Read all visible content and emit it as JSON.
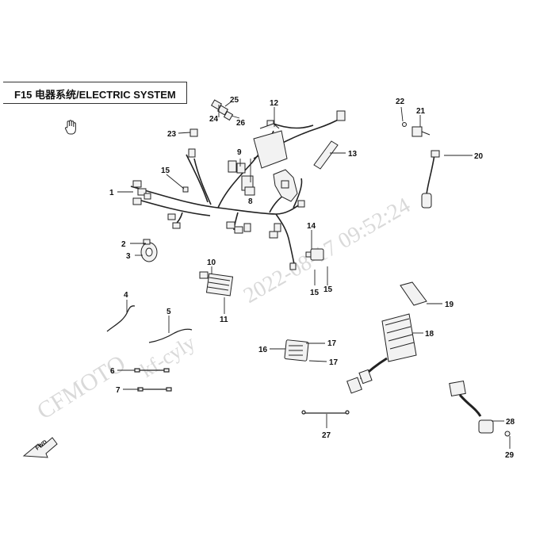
{
  "header": {
    "title": "F15 电器系统/ELECTRIC SYSTEM"
  },
  "watermarks": {
    "brand": "CFMOTO",
    "user": "kf-cyly",
    "timestamp": "2022-08-17 09:52:24"
  },
  "direction_marker": {
    "label": "FWD"
  },
  "callouts": [
    "1",
    "2",
    "3",
    "4",
    "5",
    "6",
    "7",
    "8",
    "9",
    "10",
    "11",
    "12",
    "13",
    "14",
    "15",
    "15",
    "15",
    "16",
    "17",
    "17",
    "18",
    "19",
    "20",
    "21",
    "22",
    "23",
    "24",
    "25",
    "26",
    "27",
    "28",
    "29"
  ],
  "icons": {
    "cursor": "hand-cursor-icon"
  },
  "colors": {
    "line": "#222222",
    "watermark": "#d9d9d9",
    "part_fill": "#f2f2f2"
  }
}
